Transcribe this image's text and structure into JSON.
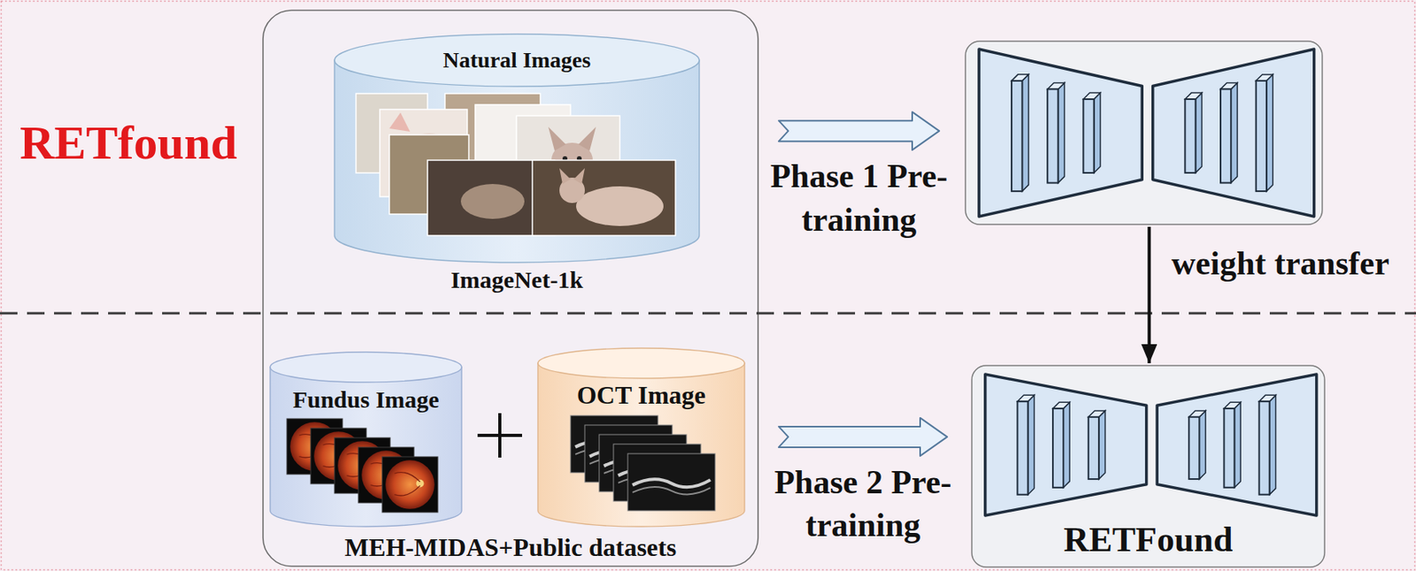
{
  "diagram": {
    "title": "RETfound",
    "nodes": [
      {
        "text": [
          "MEH-MIDAS+Public datasets"
        ]
      },
      {
        "text": [
          "Natural Images",
          "ImageNet-1k"
        ],
        "in": 0
      },
      {
        "text": [
          "Fundus Image"
        ],
        "in": 0
      },
      {
        "text": [
          "OCT Image"
        ],
        "in": 0
      },
      {
        "text": []
      },
      {
        "text": [
          "RETFound"
        ]
      }
    ],
    "edges": [
      {
        "from": 0,
        "to": 4,
        "arrow": "to",
        "label": "Phase 1 Pre-training"
      },
      {
        "from": 0,
        "to": 5,
        "arrow": "to",
        "label": "Phase 2 Pre-training"
      },
      {
        "from": 4,
        "to": 5,
        "arrow": "to",
        "label": "weight transfer"
      }
    ]
  }
}
